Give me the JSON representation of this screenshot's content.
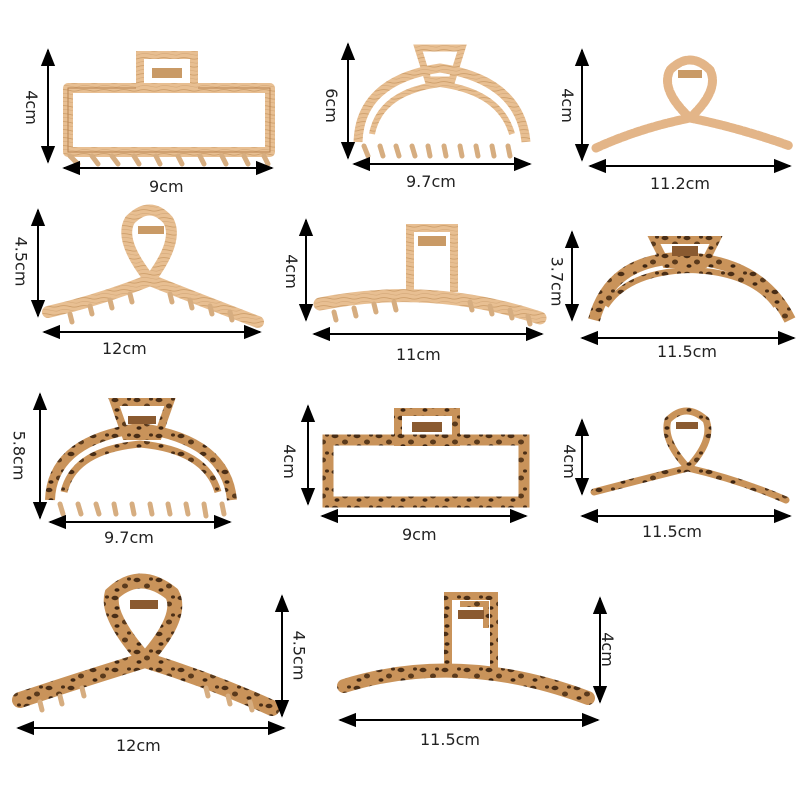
{
  "colors": {
    "wood_fill": "#e8bf92",
    "wood_edge": "#b98350",
    "leopard_fill": "#c9935a",
    "leopard_spot": "#4a2e16",
    "arrow": "#000000"
  },
  "items": [
    {
      "style": "wood-rectangle",
      "height_label": "4cm",
      "width_label": "9cm"
    },
    {
      "style": "wood-arch",
      "height_label": "6cm",
      "width_label": "9.7cm"
    },
    {
      "style": "wood-twisted-loop",
      "height_label": "4cm",
      "width_label": "11.2cm"
    },
    {
      "style": "wood-loop",
      "height_label": "4.5cm",
      "width_label": "12cm"
    },
    {
      "style": "wood-bar",
      "height_label": "4cm",
      "width_label": "11cm"
    },
    {
      "style": "leopard-arch-slim",
      "height_label": "3.7cm",
      "width_label": "11.5cm"
    },
    {
      "style": "leopard-arch",
      "height_label": "5.8cm",
      "width_label": "9.7cm"
    },
    {
      "style": "leopard-rectangle",
      "height_label": "4cm",
      "width_label": "9cm"
    },
    {
      "style": "leopard-loop-thin",
      "height_label": "4cm",
      "width_label": "11.5cm"
    },
    {
      "style": "leopard-loop",
      "height_label": "4.5cm",
      "width_label": "12cm"
    },
    {
      "style": "leopard-bar",
      "height_label": "4cm",
      "width_label": "11.5cm"
    }
  ]
}
